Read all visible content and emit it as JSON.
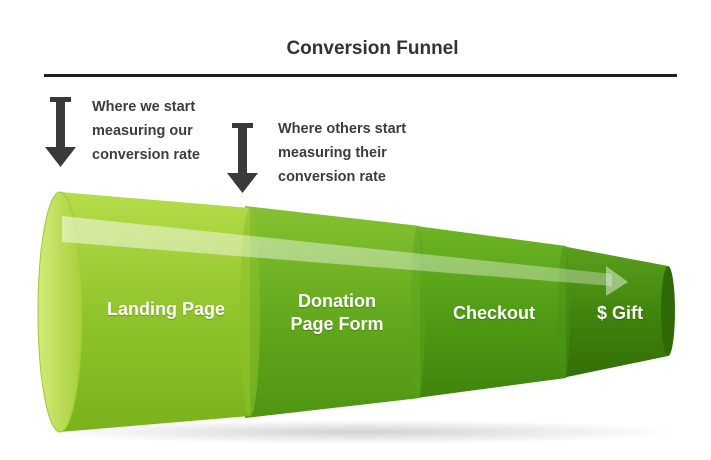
{
  "title": "Conversion Funnel",
  "annotations": {
    "ours": "Where we start\nmeasuring our\nconversion rate",
    "others": "Where others start\nmeasuring their\nconversion rate"
  },
  "stages": [
    "Landing Page",
    "Donation\nPage Form",
    "Checkout",
    "$ Gift"
  ],
  "colors": {
    "stage1": "#9ccb2e",
    "stage2": "#6aae1e",
    "stage3": "#4e9812",
    "stage4": "#3e800c",
    "pointer": "#3a3a3a"
  },
  "icons": [
    "down-arrow-icon",
    "down-arrow-icon",
    "right-arrow-icon"
  ]
}
